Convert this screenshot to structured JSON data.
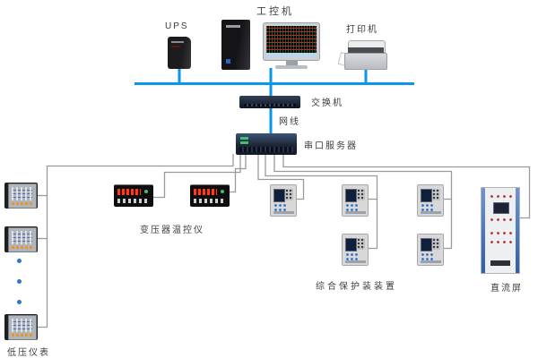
{
  "colors": {
    "ethernet": "#0a97e9",
    "serial": "#9a9a9a",
    "label": "#3c3c3c"
  },
  "labels": {
    "industrial_pc": "工控机",
    "ups": "UPS",
    "printer": "打印机",
    "switch": "交换机",
    "network_cable": "网线",
    "serial_server": "串口服务器",
    "transformer_temp_controller": "变压器温控仪",
    "integrated_protection_device": "综合保护装装置",
    "dc_panel": "直流屏",
    "low_voltage_meter": "低压仪表"
  }
}
